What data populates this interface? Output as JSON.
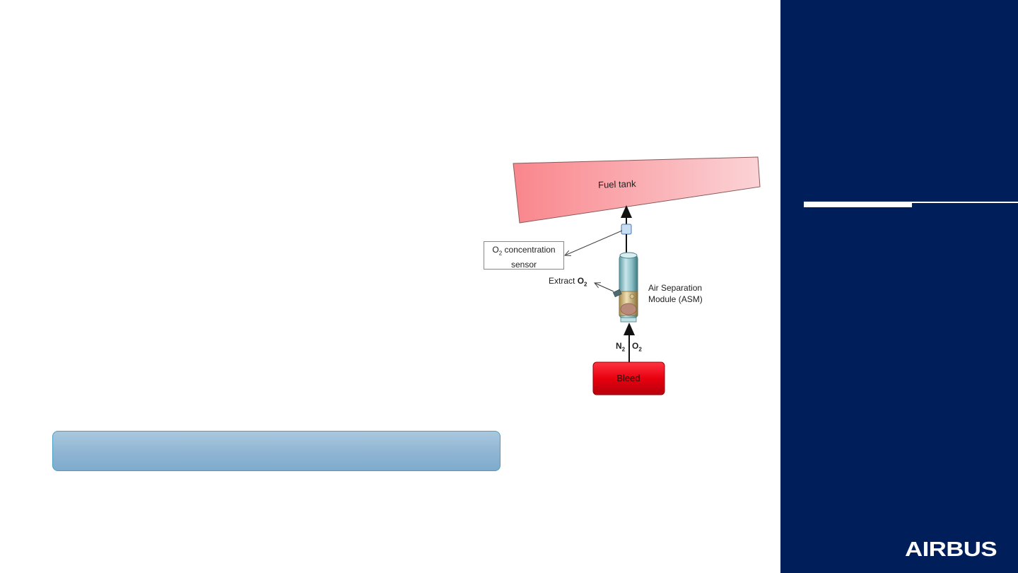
{
  "diagram": {
    "fuel_tank_label": "Fuel tank",
    "sensor_label_prefix": "O",
    "sensor_label_sub": "2",
    "sensor_label_rest": " concentration",
    "sensor_label_line2": "sensor",
    "extract_label_prefix": "Extract ",
    "extract_label_o": "O",
    "extract_label_sub": "2",
    "asm_label_line1": "Air Separation",
    "asm_label_line2": "Module (ASM)",
    "n2_label": "N",
    "n2_sub": "2",
    "o2_label": "O",
    "o2_sub": "2",
    "bleed_label": "Bleed"
  },
  "brand": {
    "logo_text": "AIRBUS",
    "sidebar_color": "#001e5a"
  }
}
